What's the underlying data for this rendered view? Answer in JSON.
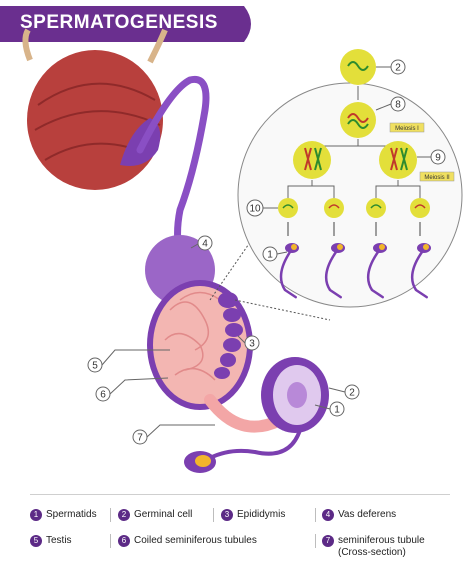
{
  "title": "SPERMATOGENESIS",
  "colors": {
    "banner": "#6a2f8f",
    "accent_purple": "#7b3fb0",
    "bladder_red": "#b8403d",
    "testis_pink": "#f3b6b2",
    "cell_yellow": "#e3df3a"
  },
  "diagram_labels": {
    "n1a": "1",
    "n1b": "1",
    "n2a": "2",
    "n2b": "2",
    "n3": "3",
    "n4": "4",
    "n5": "5",
    "n6": "6",
    "n7": "7",
    "n8": "8",
    "n9": "9",
    "n10": "10"
  },
  "meiosis": {
    "one": "Meiosis I",
    "two": "Meiosis II"
  },
  "legend": [
    {
      "num": "1",
      "label": "Spermatids"
    },
    {
      "num": "2",
      "label": "Germinal cell"
    },
    {
      "num": "3",
      "label": "Epididymis"
    },
    {
      "num": "4",
      "label": "Vas deferens"
    },
    {
      "num": "5",
      "label": "Testis"
    },
    {
      "num": "6",
      "label": "Coiled seminiferous tubules"
    },
    {
      "num": "7",
      "label": "seminiferous tubule (Cross-section)"
    }
  ]
}
